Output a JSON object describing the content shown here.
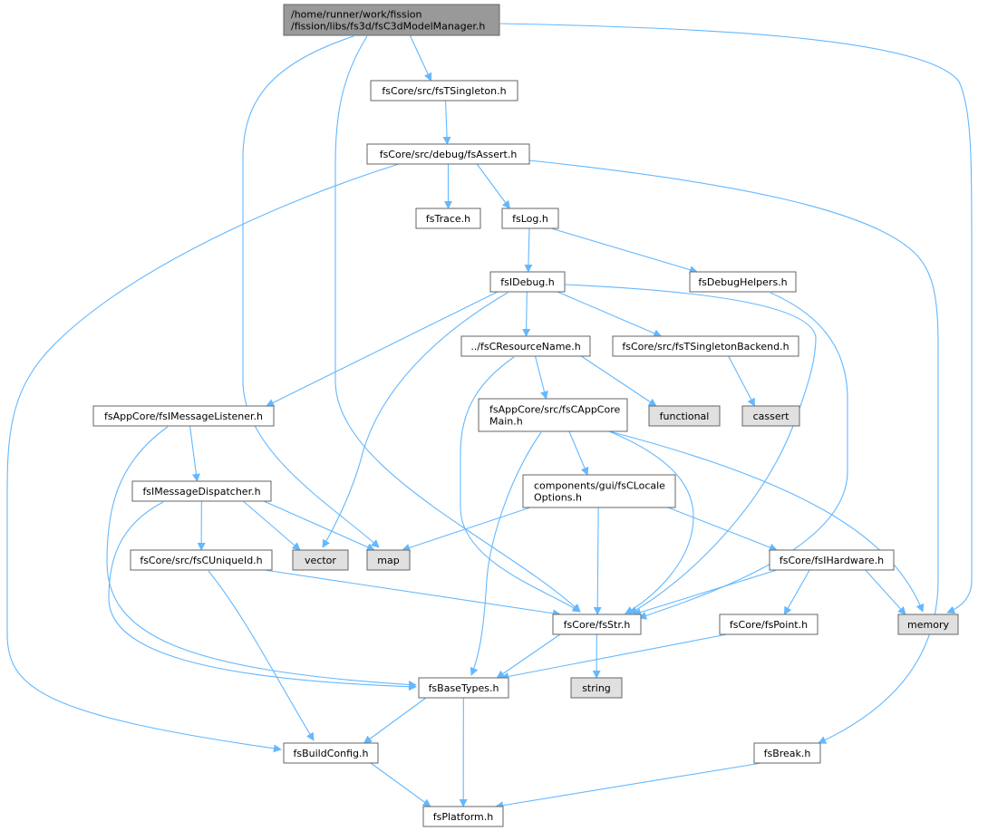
{
  "colors": {
    "edge": "#63b8ff",
    "root_fill": "#999999",
    "node_fill": "#ffffff",
    "system_fill": "#e0e0e0",
    "border": "#666666"
  },
  "nodes": [
    {
      "id": "root",
      "lines": [
        "/home/runner/work/fission",
        "/fission/libs/fs3d/fsC3dModelManager.h"
      ],
      "kind": "root"
    },
    {
      "id": "tsingleton",
      "lines": [
        "fsCore/src/fsTSingleton.h"
      ],
      "kind": "file"
    },
    {
      "id": "assert",
      "lines": [
        "fsCore/src/debug/fsAssert.h"
      ],
      "kind": "file"
    },
    {
      "id": "trace",
      "lines": [
        "fsTrace.h"
      ],
      "kind": "file"
    },
    {
      "id": "log",
      "lines": [
        "fsLog.h"
      ],
      "kind": "file"
    },
    {
      "id": "idebug",
      "lines": [
        "fsIDebug.h"
      ],
      "kind": "file"
    },
    {
      "id": "debughelpers",
      "lines": [
        "fsDebugHelpers.h"
      ],
      "kind": "file"
    },
    {
      "id": "resname",
      "lines": [
        "../fsCResourceName.h"
      ],
      "kind": "file"
    },
    {
      "id": "tsbackend",
      "lines": [
        "fsCore/src/fsTSingletonBackend.h"
      ],
      "kind": "file"
    },
    {
      "id": "msglistener",
      "lines": [
        "fsAppCore/fsIMessageListener.h"
      ],
      "kind": "file"
    },
    {
      "id": "appcore",
      "lines": [
        "fsAppCore/src/fsCAppCore",
        "Main.h"
      ],
      "kind": "file"
    },
    {
      "id": "functional",
      "lines": [
        "functional"
      ],
      "kind": "system"
    },
    {
      "id": "cassert",
      "lines": [
        "cassert"
      ],
      "kind": "system"
    },
    {
      "id": "msgdispatcher",
      "lines": [
        "fsIMessageDispatcher.h"
      ],
      "kind": "file"
    },
    {
      "id": "locale",
      "lines": [
        "components/gui/fsCLocale",
        "Options.h"
      ],
      "kind": "file"
    },
    {
      "id": "uniqueid",
      "lines": [
        "fsCore/src/fsCUniqueId.h"
      ],
      "kind": "file"
    },
    {
      "id": "vector",
      "lines": [
        "vector"
      ],
      "kind": "system"
    },
    {
      "id": "map",
      "lines": [
        "map"
      ],
      "kind": "system"
    },
    {
      "id": "hardware",
      "lines": [
        "fsCore/fsIHardware.h"
      ],
      "kind": "file"
    },
    {
      "id": "str",
      "lines": [
        "fsCore/fsStr.h"
      ],
      "kind": "file"
    },
    {
      "id": "point",
      "lines": [
        "fsCore/fsPoint.h"
      ],
      "kind": "file"
    },
    {
      "id": "memory",
      "lines": [
        "memory"
      ],
      "kind": "system"
    },
    {
      "id": "basetypes",
      "lines": [
        "fsBaseTypes.h"
      ],
      "kind": "file"
    },
    {
      "id": "string",
      "lines": [
        "string"
      ],
      "kind": "system"
    },
    {
      "id": "buildconfig",
      "lines": [
        "fsBuildConfig.h"
      ],
      "kind": "file"
    },
    {
      "id": "break",
      "lines": [
        "fsBreak.h"
      ],
      "kind": "file"
    },
    {
      "id": "platform",
      "lines": [
        "fsPlatform.h"
      ],
      "kind": "file"
    }
  ],
  "edges": [
    [
      "root",
      "tsingleton"
    ],
    [
      "root",
      "map"
    ],
    [
      "root",
      "str"
    ],
    [
      "root",
      "memory"
    ],
    [
      "tsingleton",
      "assert"
    ],
    [
      "assert",
      "trace"
    ],
    [
      "assert",
      "log"
    ],
    [
      "assert",
      "buildconfig"
    ],
    [
      "assert",
      "break"
    ],
    [
      "log",
      "idebug"
    ],
    [
      "log",
      "debughelpers"
    ],
    [
      "debughelpers",
      "str"
    ],
    [
      "idebug",
      "resname"
    ],
    [
      "idebug",
      "tsbackend"
    ],
    [
      "idebug",
      "msglistener"
    ],
    [
      "idebug",
      "vector"
    ],
    [
      "idebug",
      "str"
    ],
    [
      "tsbackend",
      "cassert"
    ],
    [
      "resname",
      "appcore"
    ],
    [
      "resname",
      "functional"
    ],
    [
      "resname",
      "str"
    ],
    [
      "appcore",
      "locale"
    ],
    [
      "appcore",
      "basetypes"
    ],
    [
      "appcore",
      "str"
    ],
    [
      "appcore",
      "memory"
    ],
    [
      "msglistener",
      "msgdispatcher"
    ],
    [
      "msglistener",
      "basetypes"
    ],
    [
      "msgdispatcher",
      "uniqueid"
    ],
    [
      "msgdispatcher",
      "vector"
    ],
    [
      "msgdispatcher",
      "map"
    ],
    [
      "msgdispatcher",
      "basetypes"
    ],
    [
      "locale",
      "map"
    ],
    [
      "locale",
      "str"
    ],
    [
      "locale",
      "hardware"
    ],
    [
      "uniqueid",
      "str"
    ],
    [
      "uniqueid",
      "buildconfig"
    ],
    [
      "hardware",
      "str"
    ],
    [
      "hardware",
      "point"
    ],
    [
      "hardware",
      "memory"
    ],
    [
      "str",
      "basetypes"
    ],
    [
      "str",
      "string"
    ],
    [
      "point",
      "basetypes"
    ],
    [
      "basetypes",
      "buildconfig"
    ],
    [
      "basetypes",
      "platform"
    ],
    [
      "buildconfig",
      "platform"
    ],
    [
      "break",
      "platform"
    ]
  ]
}
